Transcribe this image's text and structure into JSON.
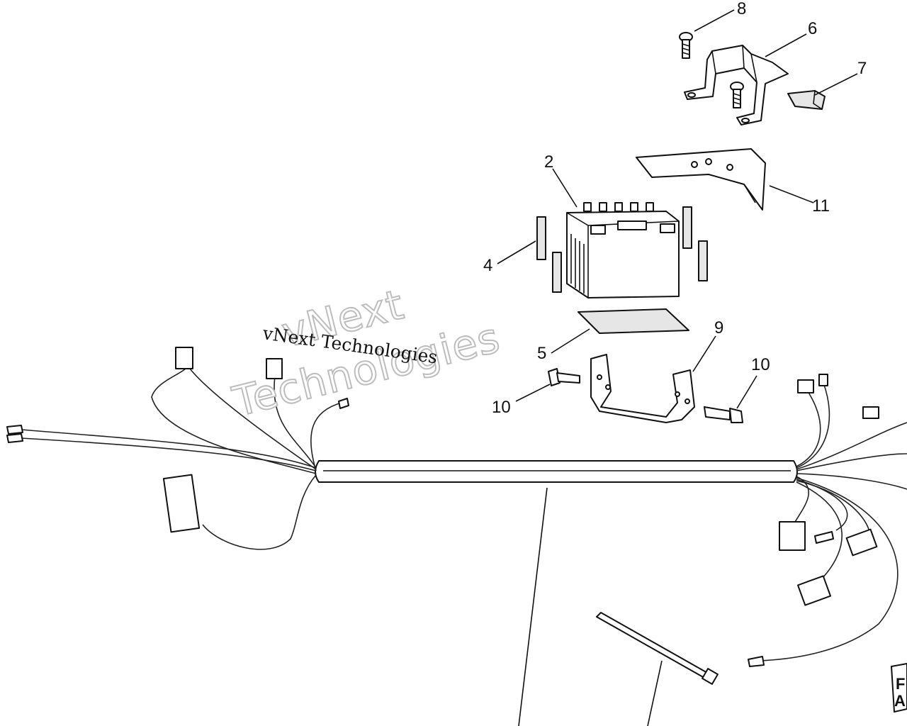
{
  "callouts": [
    {
      "id": "c8",
      "label": "8"
    },
    {
      "id": "c6",
      "label": "6"
    },
    {
      "id": "c7",
      "label": "7"
    },
    {
      "id": "c2",
      "label": "2"
    },
    {
      "id": "c11",
      "label": "11"
    },
    {
      "id": "c4",
      "label": "4"
    },
    {
      "id": "c9",
      "label": "9"
    },
    {
      "id": "c5",
      "label": "5"
    },
    {
      "id": "c10a",
      "label": "10"
    },
    {
      "id": "c10b",
      "label": "10"
    }
  ],
  "watermark": {
    "line1": "vNext",
    "line2": "Technologies",
    "caption": "vNext Technologies"
  },
  "corner_label": {
    "line1": "F",
    "line2": "A"
  }
}
